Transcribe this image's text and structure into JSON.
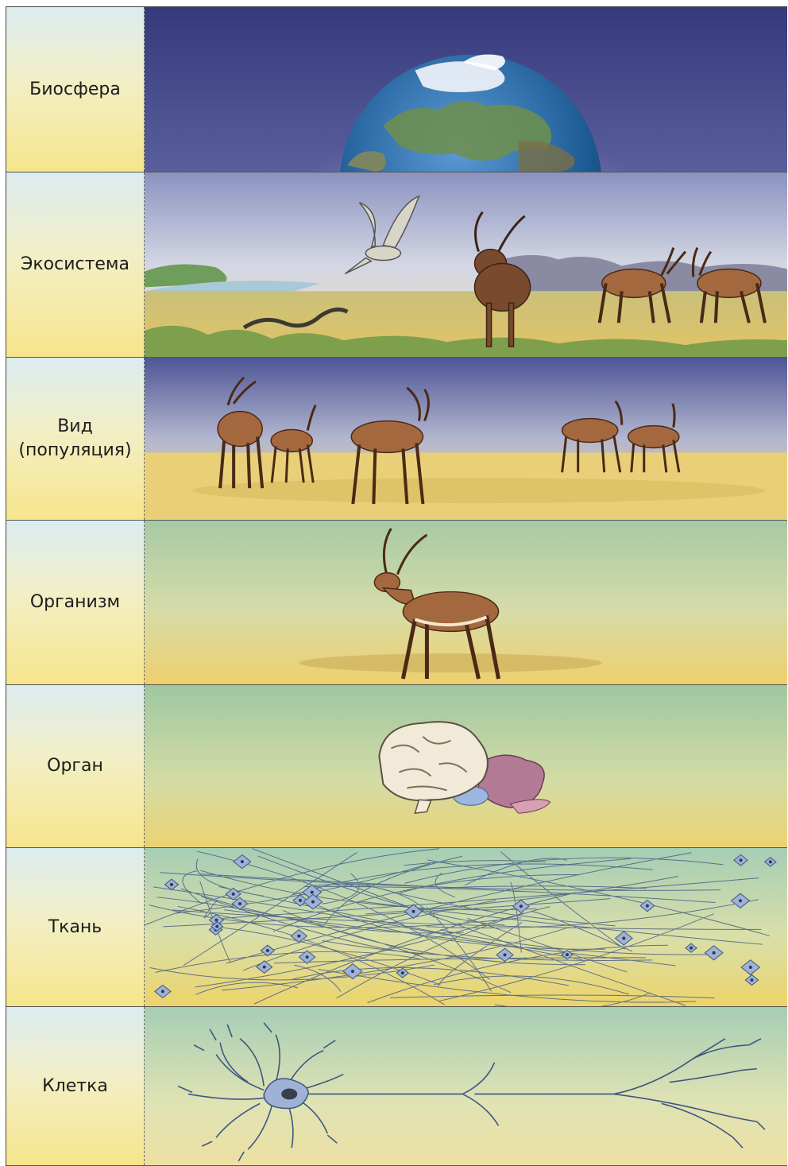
{
  "levels": [
    {
      "label": "Биосфера",
      "icon": "earth-globe-icon"
    },
    {
      "label": "Экосистема",
      "icon": "savanna-ecosystem-icon"
    },
    {
      "label": "Вид\n(популяция)",
      "icon": "antelope-herd-icon"
    },
    {
      "label": "Организм",
      "icon": "antelope-icon"
    },
    {
      "label": "Орган",
      "icon": "brain-icon"
    },
    {
      "label": "Ткань",
      "icon": "nerve-tissue-icon"
    },
    {
      "label": "Клетка",
      "icon": "neuron-icon"
    }
  ],
  "colors": {
    "space": "#3a3f7e",
    "sky": "#9aa3c9",
    "sand": "#e8d27a",
    "antelope": "#a4683f",
    "neuron": "#9fb2d6"
  }
}
